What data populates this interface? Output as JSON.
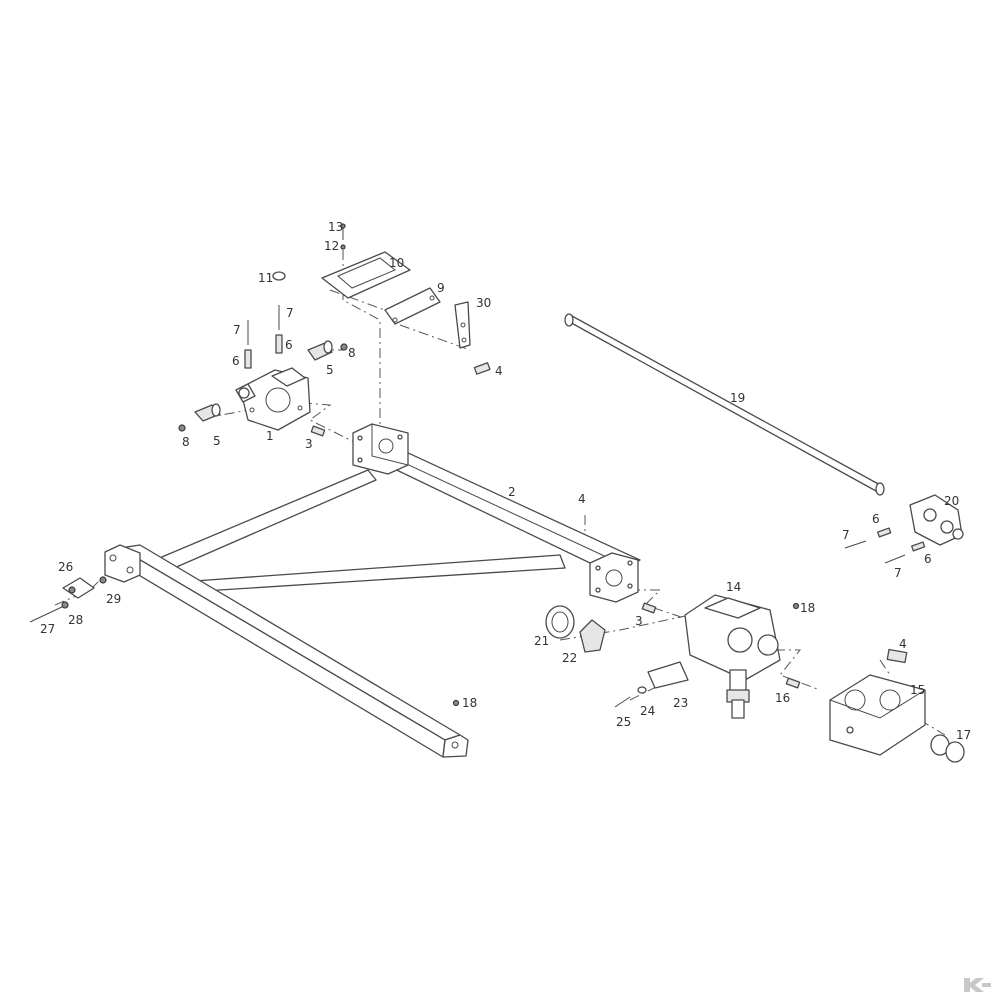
{
  "parts": [
    {
      "id": "p1",
      "label": "1"
    },
    {
      "id": "p2",
      "label": "2"
    },
    {
      "id": "p3a",
      "label": "3"
    },
    {
      "id": "p3b",
      "label": "3"
    },
    {
      "id": "p4a",
      "label": "4"
    },
    {
      "id": "p4b",
      "label": "4"
    },
    {
      "id": "p4c",
      "label": "4"
    },
    {
      "id": "p5a",
      "label": "5"
    },
    {
      "id": "p5b",
      "label": "5"
    },
    {
      "id": "p6a",
      "label": "6"
    },
    {
      "id": "p6b",
      "label": "6"
    },
    {
      "id": "p6c",
      "label": "6"
    },
    {
      "id": "p6d",
      "label": "6"
    },
    {
      "id": "p7a",
      "label": "7"
    },
    {
      "id": "p7b",
      "label": "7"
    },
    {
      "id": "p7c",
      "label": "7"
    },
    {
      "id": "p7d",
      "label": "7"
    },
    {
      "id": "p8a",
      "label": "8"
    },
    {
      "id": "p8b",
      "label": "8"
    },
    {
      "id": "p9",
      "label": "9"
    },
    {
      "id": "p10",
      "label": "10"
    },
    {
      "id": "p11",
      "label": "11"
    },
    {
      "id": "p12",
      "label": "12"
    },
    {
      "id": "p13",
      "label": "13"
    },
    {
      "id": "p14",
      "label": "14"
    },
    {
      "id": "p15",
      "label": "15"
    },
    {
      "id": "p16",
      "label": "16"
    },
    {
      "id": "p17",
      "label": "17"
    },
    {
      "id": "p18a",
      "label": "18"
    },
    {
      "id": "p18b",
      "label": "18"
    },
    {
      "id": "p19",
      "label": "19"
    },
    {
      "id": "p20",
      "label": "20"
    },
    {
      "id": "p21",
      "label": "21"
    },
    {
      "id": "p22",
      "label": "22"
    },
    {
      "id": "p23",
      "label": "23"
    },
    {
      "id": "p24",
      "label": "24"
    },
    {
      "id": "p25",
      "label": "25"
    },
    {
      "id": "p26",
      "label": "26"
    },
    {
      "id": "p27",
      "label": "27"
    },
    {
      "id": "p28",
      "label": "28"
    },
    {
      "id": "p29",
      "label": "29"
    },
    {
      "id": "p30",
      "label": "30"
    }
  ],
  "watermark": {
    "icon": "brand-logo-icon",
    "color": "#c8c8c8"
  }
}
